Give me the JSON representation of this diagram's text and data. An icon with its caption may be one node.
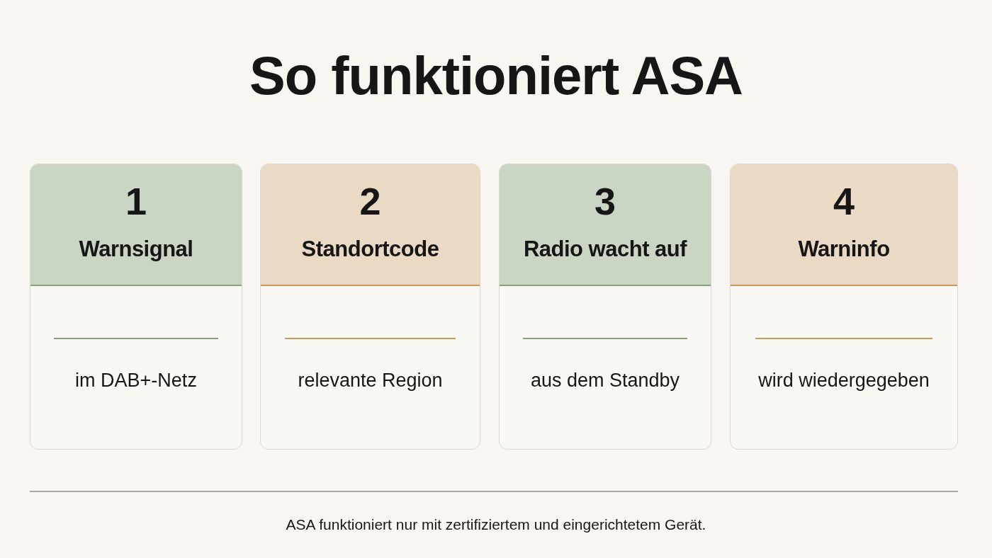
{
  "diagram": {
    "title": "So funktioniert ASA",
    "nodes": [
      {
        "text": [
          "1",
          "Warnsignal",
          "im DAB+-Netz"
        ]
      },
      {
        "text": [
          "2",
          "Standortcode",
          "relevante Region"
        ]
      },
      {
        "text": [
          "3",
          "Radio wacht auf",
          "aus dem Standby"
        ]
      },
      {
        "text": [
          "4",
          "Warninfo",
          "wird wiedergegeben"
        ]
      }
    ],
    "caption": "ASA funktioniert nur mit zertifiziertem und eingerichtetem Gerät."
  }
}
